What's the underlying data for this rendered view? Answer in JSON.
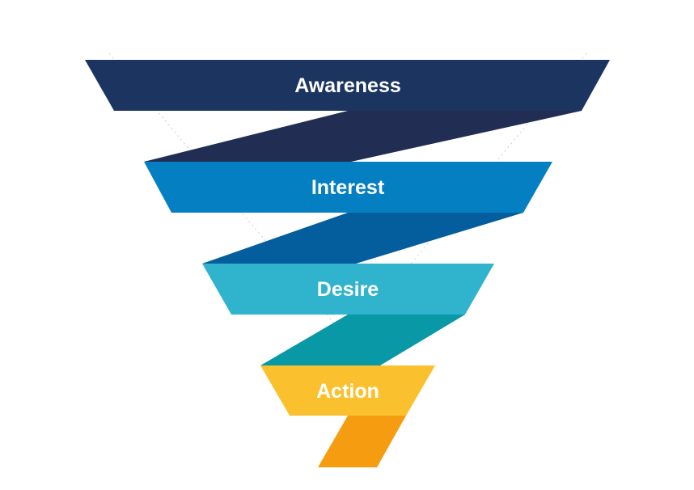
{
  "diagram": {
    "type": "funnel",
    "stages": [
      {
        "label": "Awareness",
        "band_color": "#1c3560",
        "fold_color": "#212d52"
      },
      {
        "label": "Interest",
        "band_color": "#0480c2",
        "fold_color": "#045d9c"
      },
      {
        "label": "Desire",
        "band_color": "#30b3cc",
        "fold_color": "#0898a6"
      },
      {
        "label": "Action",
        "band_color": "#fbc02d",
        "fold_color": "#f59c11"
      }
    ]
  }
}
